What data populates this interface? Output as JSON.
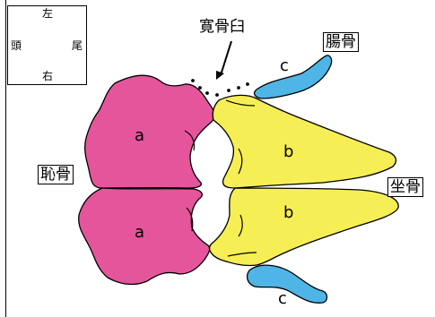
{
  "compass": {
    "up": "左",
    "down": "右",
    "left": "頭",
    "right": "尾"
  },
  "labels": {
    "acetabulum": "寛骨臼",
    "ilium": "腸骨",
    "pubis": "恥骨",
    "ischium": "坐骨"
  },
  "letters": {
    "pubis_upper": "a",
    "pubis_lower": "a",
    "ischium_upper": "b",
    "ischium_lower": "b",
    "ilium_upper": "c",
    "ilium_lower": "c"
  },
  "colors": {
    "pubis": "#e5559c",
    "ischium": "#f6ee55",
    "ilium": "#4fb4e6",
    "outline": "#000000"
  }
}
